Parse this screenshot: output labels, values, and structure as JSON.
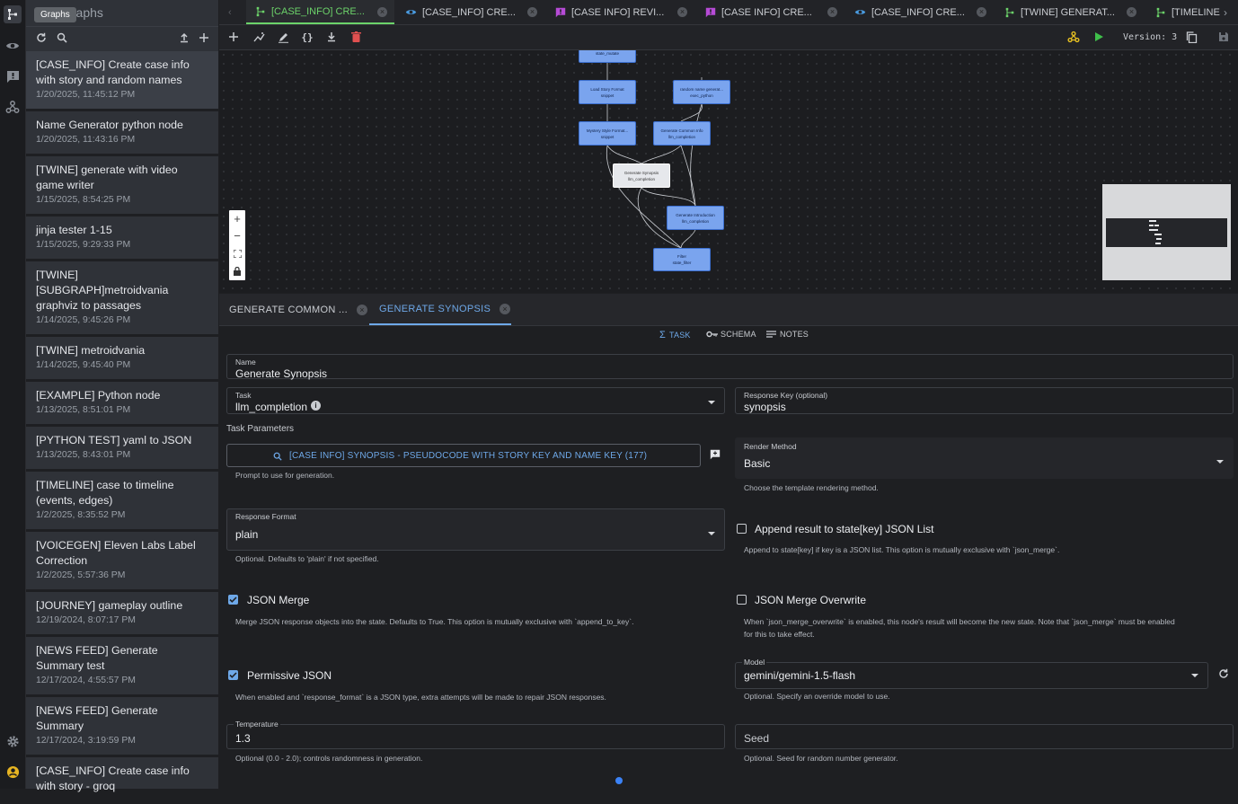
{
  "rail": {
    "tooltip": "Graphs"
  },
  "sidebar": {
    "title": "Graphs",
    "items": [
      {
        "title": "[CASE_INFO] Create case info with story and random names",
        "date": "1/20/2025, 11:45:12 PM"
      },
      {
        "title": "Name Generator python node",
        "date": "1/20/2025, 11:43:16 PM"
      },
      {
        "title": "[TWINE] generate with video game writer",
        "date": "1/15/2025, 8:54:25 PM"
      },
      {
        "title": "jinja tester 1-15",
        "date": "1/15/2025, 9:29:33 PM"
      },
      {
        "title": "[TWINE][SUBGRAPH]metroidvania graphviz to passages",
        "date": "1/14/2025, 9:45:26 PM"
      },
      {
        "title": "[TWINE] metroidvania",
        "date": "1/14/2025, 9:45:40 PM"
      },
      {
        "title": "[EXAMPLE] Python node",
        "date": "1/13/2025, 8:51:01 PM"
      },
      {
        "title": "[PYTHON TEST] yaml to JSON",
        "date": "1/13/2025, 8:43:01 PM"
      },
      {
        "title": "[TIMELINE] case to timeline (events, edges)",
        "date": "1/2/2025, 8:35:52 PM"
      },
      {
        "title": "[VOICEGEN] Eleven Labs Label Correction",
        "date": "1/2/2025, 5:57:36 PM"
      },
      {
        "title": "[JOURNEY] gameplay outline",
        "date": "12/19/2024, 8:07:17 PM"
      },
      {
        "title": "[NEWS FEED] Generate Summary test",
        "date": "12/17/2024, 4:55:57 PM"
      },
      {
        "title": "[NEWS FEED] Generate Summary",
        "date": "12/17/2024, 3:19:59 PM"
      },
      {
        "title": "[CASE_INFO] Create case info with story - groq",
        "date": ""
      }
    ]
  },
  "tabs": [
    {
      "label": "[CASE_INFO] CRE...",
      "icon": "graph-icon",
      "active": true
    },
    {
      "label": "[CASE_INFO] CRE...",
      "icon": "eye-icon"
    },
    {
      "label": "[CASE INFO] REVI...",
      "icon": "prompt-icon"
    },
    {
      "label": "[CASE INFO] CRE...",
      "icon": "prompt-icon"
    },
    {
      "label": "[CASE_INFO] CRE...",
      "icon": "eye-icon"
    },
    {
      "label": "[TWINE] GENERAT...",
      "icon": "graph-icon"
    },
    {
      "label": "[TIMELINE",
      "icon": "graph-icon"
    }
  ],
  "toolbar": {
    "version": "Version: 3"
  },
  "graph": {
    "nodes": [
      {
        "title": "",
        "sub": "state_mutate"
      },
      {
        "title": "Load Story Format",
        "sub": "snippet"
      },
      {
        "title": "random name generat...",
        "sub": "exec_python"
      },
      {
        "title": "Mystery Style Format...",
        "sub": "snippet"
      },
      {
        "title": "Generate Common Info",
        "sub": "llm_completion"
      },
      {
        "title": "Generate Synopsis",
        "sub": "llm_completion"
      },
      {
        "title": "Generate Introduction",
        "sub": "llm_completion"
      },
      {
        "title": "Filter",
        "sub": "state_filter"
      }
    ]
  },
  "node_tabs": [
    {
      "label": "GENERATE COMMON ..."
    },
    {
      "label": "GENERATE SYNOPSIS",
      "active": true
    }
  ],
  "subtabs": {
    "task": "TASK",
    "schema": "SCHEMA",
    "notes": "NOTES"
  },
  "form": {
    "name": {
      "label": "Name",
      "value": "Generate Synopsis"
    },
    "task": {
      "label": "Task",
      "value": "llm_completion"
    },
    "response_key": {
      "label": "Response Key (optional)",
      "value": "synopsis"
    },
    "task_params_title": "Task Parameters",
    "prompt": {
      "value": "[CASE INFO] SYNOPSIS - PSEUDOCODE WITH STORY KEY AND NAME KEY (177)",
      "help": "Prompt to use for generation."
    },
    "render_method": {
      "label": "Render Method",
      "value": "Basic",
      "help": "Choose the template rendering method."
    },
    "response_format": {
      "label": "Response Format",
      "value": "plain",
      "help": "Optional. Defaults to 'plain' if not specified."
    },
    "append_result": {
      "label": "Append result to state[key] JSON List",
      "checked": false,
      "help": "Append to state[key] if key is a JSON list. This option is mutually exclusive with `json_merge`."
    },
    "json_merge": {
      "label": "JSON Merge",
      "checked": true,
      "help": "Merge JSON response objects into the state. Defaults to True. This option is mutually exclusive with `append_to_key`."
    },
    "json_merge_overwrite": {
      "label": "JSON Merge Overwrite",
      "checked": false,
      "help1": "When `json_merge_overwrite` is enabled, this node's result will become the new state. Note that `json_merge` must be enabled",
      "help2": "for this to take effect."
    },
    "permissive_json": {
      "label": "Permissive JSON",
      "checked": true,
      "help": "When enabled and `response_format` is a JSON type, extra attempts will be made to repair JSON responses."
    },
    "model": {
      "label": "Model",
      "value": "gemini/gemini-1.5-flash",
      "help": "Optional. Specify an override model to use."
    },
    "temperature": {
      "label": "Temperature",
      "value": "1.3",
      "help": "Optional (0.0 - 2.0); controls randomness in generation."
    },
    "seed": {
      "placeholder": "Seed",
      "help": "Optional. Seed for random number generator."
    }
  },
  "colors": {
    "accent_green": "#6cd36a",
    "accent_blue": "#6ea8e8",
    "prompt_purple": "#b64bd6",
    "node_blue": "#7aa4ee",
    "delete_red": "#e05050"
  }
}
